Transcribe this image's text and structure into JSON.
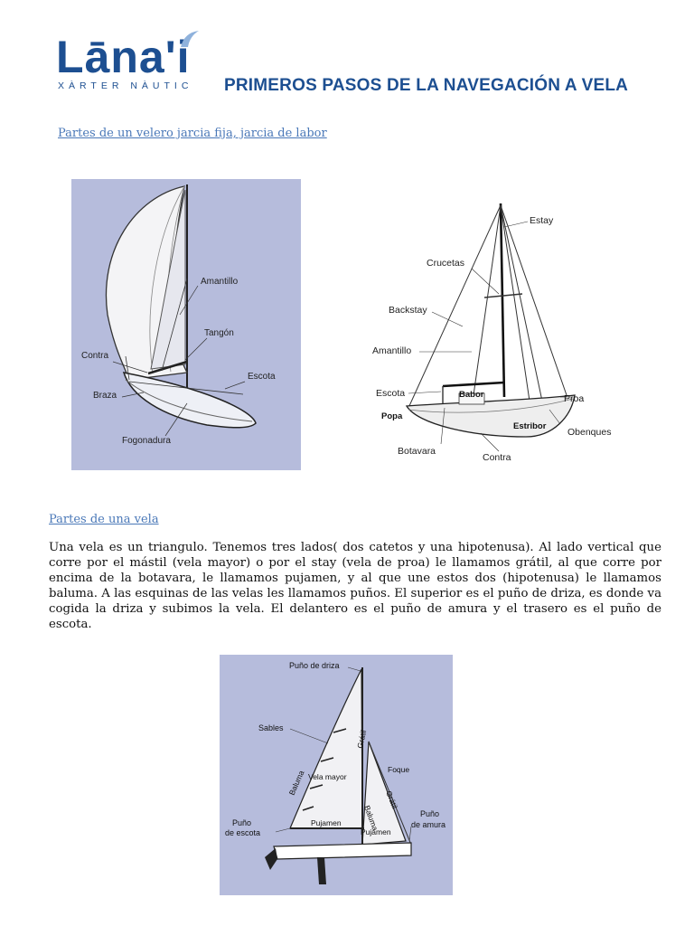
{
  "logo": {
    "name": "Lāna'i",
    "subtitle": "XÀRTER NÀUTIC"
  },
  "header": {
    "title": "PRIMEROS PASOS DE LA NAVEGACIÓN A VELA"
  },
  "section1": {
    "heading": "Partes de un velero  jarcia fija, jarcia de labor"
  },
  "figure1": {
    "labels": {
      "amantillo": "Amantillo",
      "tangon": "Tangón",
      "contra": "Contra",
      "escota": "Escota",
      "braza": "Braza",
      "fogonadura": "Fogonadura"
    }
  },
  "figure2": {
    "labels": {
      "estay": "Estay",
      "crucetas": "Crucetas",
      "backstay": "Backstay",
      "amantillo": "Amantillo",
      "escota": "Escota",
      "babor": "Babor",
      "proa": "Proa",
      "popa": "Popa",
      "estribor": "Estribor",
      "obenques": "Obenques",
      "botavara": "Botavara",
      "contra": "Contra"
    }
  },
  "section2": {
    "heading": "Partes de una vela",
    "paragraph": "Una vela es un triangulo. Tenemos tres lados( dos catetos y una hipotenusa). Al lado vertical que corre por el mástil (vela mayor) o por el stay (vela de proa) le llamamos grátil, al que corre por encima de la botavara, le llamamos pujamen, y al que une estos dos (hipotenusa) le llamamos baluma. A las esquinas de las velas les llamamos puños. El superior es el puño de driza, es donde va cogida la driza y subimos la vela. El delantero es el puño de amura y el trasero es el puño de escota."
  },
  "figure3": {
    "labels": {
      "puno_driza": "Puño de driza",
      "sables": "Sables",
      "gratil1": "Grátil",
      "baluma1": "Baluma",
      "vela_mayor": "Vela mayor",
      "foque": "Foque",
      "baluma2": "Baluma",
      "gratil2": "Grátil",
      "puno_escota_1": "Puño",
      "puno_escota_2": "de escota",
      "pujamen1": "Pujamen",
      "pujamen2": "Pujamen",
      "puno_amura_1": "Puño",
      "puno_amura_2": "de amura"
    }
  },
  "colors": {
    "brand": "#1d4f91",
    "link": "#4a78b8",
    "panel": "#b6bcdc"
  }
}
